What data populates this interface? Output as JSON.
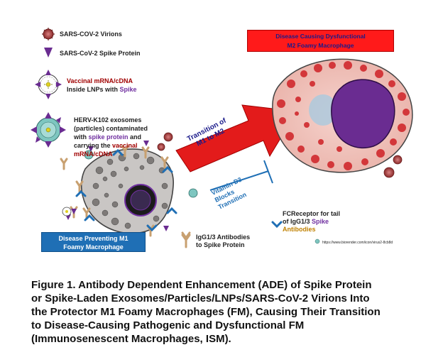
{
  "legend": {
    "virions": "SARS-COV-2 Virions",
    "spike": "SARS-CoV-2 Spike Protein",
    "vaccinal_line1": "Vaccinal mRNA/cDNA",
    "vaccinal_line2_a": "Inside LNPs with ",
    "vaccinal_line2_b": "Spike",
    "herv_line1": "HERV-K102 exosomes",
    "herv_line2": "(particles) contaminated",
    "herv_line3_a": "with ",
    "herv_line3_b": "spike protein",
    "herv_line3_c": " and",
    "herv_line4_a": "carrying the ",
    "herv_line4_b": "vaccinal",
    "herv_line5": "mRNA/cDNA"
  },
  "boxes": {
    "m2_line1": "Disease Causing Dysfunctional",
    "m2_line2": "M2 Foamy Macrophage",
    "m1_line1": "Disease Preventing M1",
    "m1_line2": "Foamy Macrophage"
  },
  "arrow": {
    "line1": "Transition of",
    "line2": "M1 to M2"
  },
  "vitamin": {
    "line1": "Vitamin D3",
    "line2": "Blocks",
    "line3": "Transition"
  },
  "fc_receptor": {
    "line1": "FCReceptor for tail",
    "line2_a": "of IgG1/3 ",
    "line2_b": "Spike",
    "line3": "Antibodies"
  },
  "igg": {
    "line1": "IgG1/3 Antibodies",
    "line2": "to Spike Protein"
  },
  "source_url": "https://www.biorender.com/icon/virus2-8cb8d",
  "caption": {
    "line1": "Figure 1. Antibody Dependent Enhancement (ADE) of Spike Protein",
    "line2": "or Spike-Laden Exosomes/Particles/LNPs/SARS-CoV-2 Virions Into",
    "line3": "the Protector M1 Foamy Macrophages (FM), Causing Their Transition",
    "line4": "to Disease-Causing Pathogenic and Dysfunctional FM",
    "line5": "(Immunosenescent Macrophages, ISM)."
  },
  "colors": {
    "m2_box": "#ff1a1a",
    "m1_box": "#1f6fb5",
    "transition_arrow": "#e31b1b",
    "vitamin_d3": "#1f6fb5",
    "spike": "#6a2c91",
    "antibody": "#c8a070",
    "virion": "#a83a3a"
  }
}
